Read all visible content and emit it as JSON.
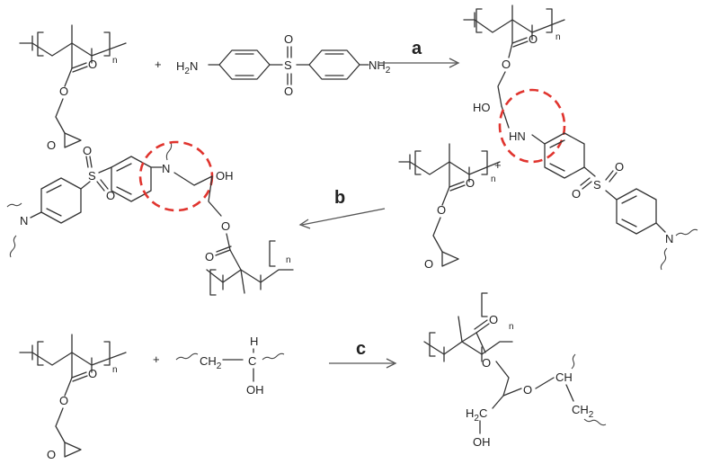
{
  "steps": {
    "a": "a",
    "b": "b",
    "c": "c"
  },
  "labels": {
    "n": "n",
    "plus": "+",
    "H": "H",
    "N": "N",
    "O": "O",
    "S": "S",
    "OH": "OH",
    "HO": "HO",
    "HN": "HN",
    "CH": "CH",
    "H2": "2",
    "CH2_C": "CH",
    "CH2_2": "2",
    "H2C_H": "H",
    "H2C_C": "C",
    "NH2_NH": "NH",
    "NH2_H2N_H": "H",
    "NH2_H2N_N": "N"
  },
  "colors": {
    "highlight": "#e0342e",
    "ink": "#222222"
  }
}
